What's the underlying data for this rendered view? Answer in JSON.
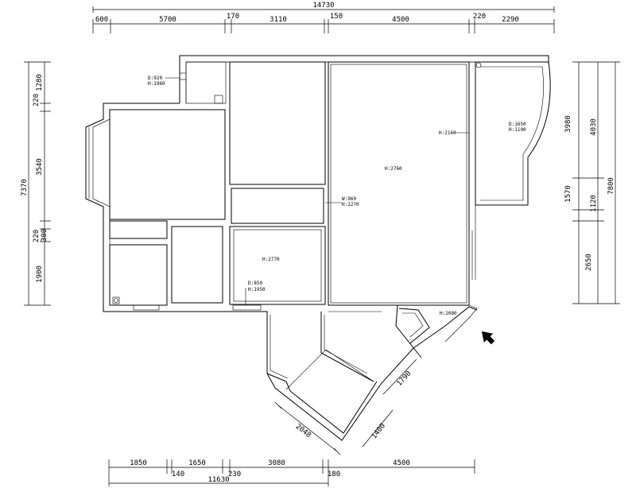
{
  "dimensions": {
    "top_total": "14730",
    "top": [
      "600",
      "5700",
      "170",
      "3110",
      "150",
      "4500",
      "220",
      "2290"
    ],
    "bottom": [
      "1850",
      "1650",
      "3080",
      "4500"
    ],
    "bottom_small": [
      "140",
      "230",
      "180"
    ],
    "bottom_total": "11630",
    "left_outer": [
      "1280",
      "220",
      "3540",
      "220",
      "300",
      "1900"
    ],
    "left_total": "7370",
    "right_inner": [
      "3980",
      "1570",
      "2650"
    ],
    "right_mid": [
      "4030",
      "1120"
    ],
    "right_total": "7800",
    "diagonal": [
      "1790",
      "2048",
      "1400"
    ]
  },
  "labels": {
    "d1": "D:920",
    "h1": "H:1960",
    "d2": "D:1650",
    "h2": "H:1190",
    "h_main": "H:2760",
    "h_corr": "H:2160",
    "w3": "W:960",
    "h3": "H:2270",
    "h4": "H:2770",
    "d5": "D:850",
    "h5": "H:1950",
    "h6": "H:2080"
  },
  "icons": [
    "north-arrow-icon"
  ]
}
